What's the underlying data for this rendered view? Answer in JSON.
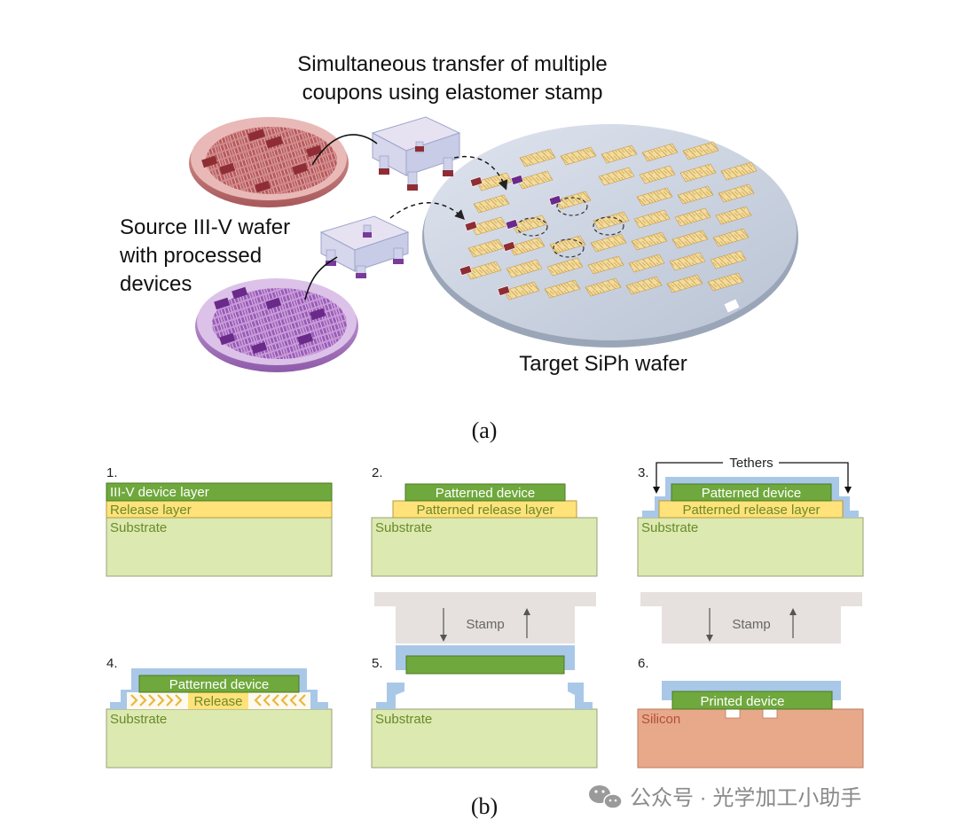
{
  "part_a": {
    "stamp_caption_line1": "Simultaneous transfer of multiple",
    "stamp_caption_line2": "coupons using elastomer stamp",
    "source_line1": "Source III-V wafer",
    "source_line2": "with processed",
    "source_line3": "devices",
    "target_label": "Target SiPh wafer",
    "caption": "(a)"
  },
  "part_b": {
    "caption": "(b)",
    "steps": {
      "s1": {
        "num": "1.",
        "device": "III-V device layer",
        "release": "Release layer",
        "substrate": "Substrate"
      },
      "s2": {
        "num": "2.",
        "device": "Patterned device",
        "release": "Patterned release layer",
        "substrate": "Substrate"
      },
      "s3": {
        "num": "3.",
        "tethers": "Tethers",
        "device": "Patterned device",
        "release": "Patterned release layer",
        "substrate": "Substrate"
      },
      "s4": {
        "num": "4.",
        "device": "Patterned device",
        "release": "Release",
        "substrate": "Substrate"
      },
      "s5": {
        "num": "5.",
        "stamp": "Stamp",
        "substrate": "Substrate"
      },
      "s6": {
        "num": "6.",
        "stamp": "Stamp",
        "device": "Printed device",
        "substrate": "Silicon"
      }
    }
  },
  "watermark": {
    "text": "公众号 · 光学加工小助手"
  },
  "colors": {
    "device_green": "#6fa83c",
    "release_yellow": "#ffe27a",
    "substrate_green": "#dce9b0",
    "tether_blue": "#a9c8e8",
    "stamp_grey": "#e6e1df",
    "silicon_salmon": "#e8a88a",
    "source_wafer_red": "#c9787a",
    "source_wafer_purple": "#b07ac8",
    "target_wafer": "#c9d2e0"
  }
}
